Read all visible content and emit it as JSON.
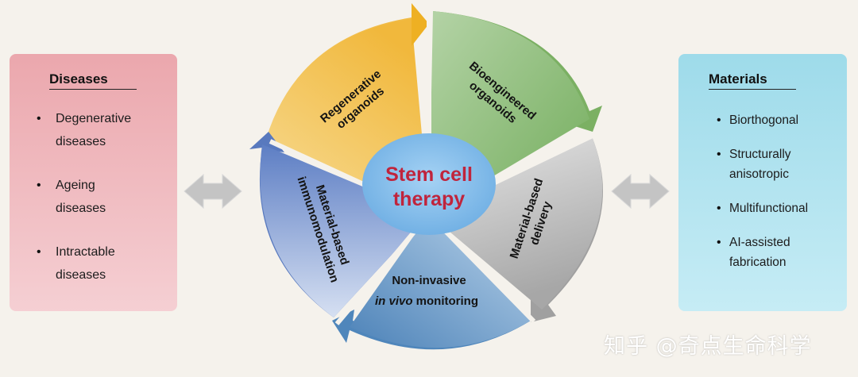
{
  "diseases": {
    "title": "Diseases",
    "items": [
      {
        "line1": "Degenerative",
        "line2": "diseases"
      },
      {
        "line1": "Ageing",
        "line2": "diseases"
      },
      {
        "line1": "Intractable",
        "line2": "diseases"
      }
    ]
  },
  "materials": {
    "title": "Materials",
    "items": [
      {
        "line1": "Biorthogonal",
        "line2": ""
      },
      {
        "line1": "Structurally",
        "line2": "anisotropic"
      },
      {
        "line1": "Multifunctional",
        "line2": ""
      },
      {
        "line1": "AI-assisted",
        "line2": "fabrication"
      }
    ]
  },
  "center": {
    "line1": "Stem cell",
    "line2": "therapy",
    "color": "#c0243c",
    "fill": "#7ab8e6"
  },
  "segments": {
    "regenerative": {
      "line1": "Regenerative",
      "line2": "organoids",
      "color": "#f2c25a"
    },
    "bioengineered": {
      "line1": "Bioengineered",
      "line2": "organoids",
      "color": "#8fbf7a"
    },
    "delivery": {
      "line1": "Material-based",
      "line2": "delivery",
      "color": "#c4c4c4"
    },
    "monitoring": {
      "line1": "Non-invasive",
      "line2_italic": "in vivo",
      "line2_rest": " monitoring",
      "color": "#8db6d8"
    },
    "immuno": {
      "line1": "Material-based",
      "line2": "immunomodulation",
      "color": "#a9bde0"
    }
  },
  "watermark": "知乎 @奇点生命科学"
}
